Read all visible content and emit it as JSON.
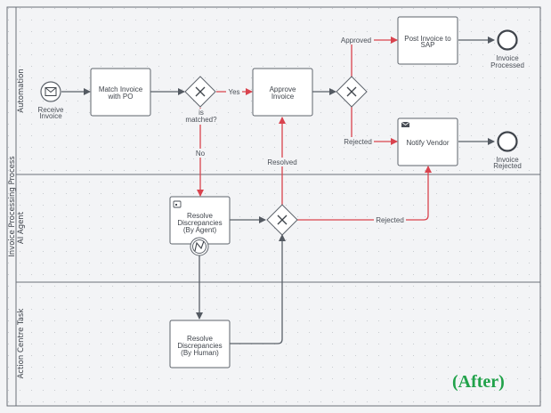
{
  "pool": {
    "label": "Invoice Processing Process"
  },
  "lanes": [
    {
      "id": "automation",
      "label": "Automation"
    },
    {
      "id": "ai-agent",
      "label": "AI Agent"
    },
    {
      "id": "action-centre",
      "label": "Action Centre Task"
    }
  ],
  "events": {
    "start": {
      "label_line1": "Receive",
      "label_line2": "Invoice",
      "type": "message-start"
    },
    "end_processed": {
      "label_line1": "Invoice",
      "label_line2": "Processed"
    },
    "end_rejected": {
      "label_line1": "Invoice",
      "label_line2": "Rejected"
    }
  },
  "tasks": {
    "match": {
      "line1": "Match Invoice",
      "line2": "with PO"
    },
    "approve": {
      "line1": "Approve",
      "line2": "Invoice"
    },
    "post": {
      "line1": "Post Invoice to",
      "line2": "SAP"
    },
    "notify": {
      "line1": "Notify Vendor",
      "icon": "envelope-icon"
    },
    "resolve_agent": {
      "line1": "Resolve",
      "line2": "Discrepancies",
      "line3": "(By Agent)",
      "icon": "agent-icon"
    },
    "resolve_human": {
      "line1": "Resolve",
      "line2": "Discrepancies",
      "line3": "(By Human)"
    }
  },
  "gateways": {
    "matched": {
      "label_line1": "is",
      "label_line2": "matched?"
    }
  },
  "flow_labels": {
    "yes": "Yes",
    "no": "No",
    "approved": "Approved",
    "rejected_top": "Rejected",
    "resolved": "Resolved",
    "rejected_agent": "Rejected"
  },
  "annotation": {
    "text": "(After)",
    "color": "#21a24a"
  },
  "colors": {
    "sequence_flow": "#5a6068",
    "conditional_flow": "#d9434e",
    "shape_stroke": "#5d636b"
  }
}
